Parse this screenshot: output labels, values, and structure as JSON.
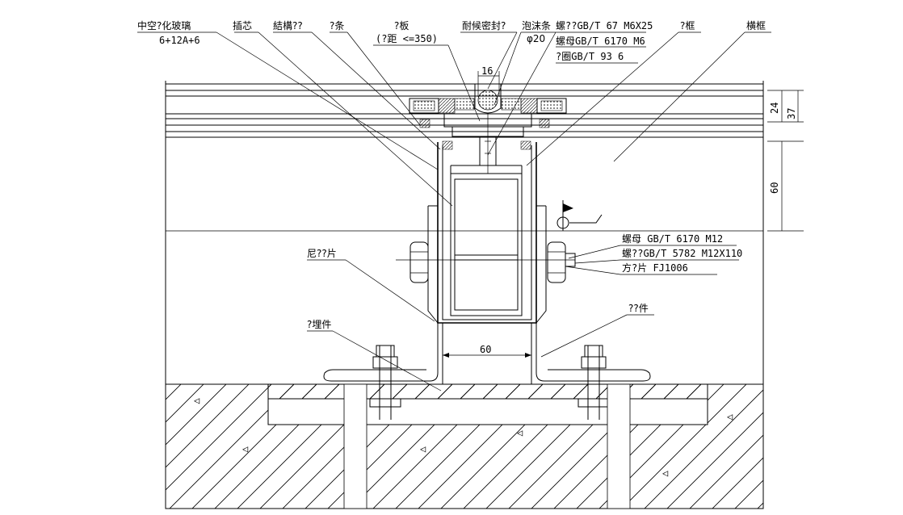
{
  "labels": {
    "hollow_glass": "中空?化玻璃",
    "glass_spec": "6+12A+6",
    "insert_core": "插芯",
    "structural_adhesive": "結構??",
    "strip": "?条",
    "plate": "?板",
    "plate_spacing": "(?距   <=350)",
    "weather_seal": "耐候密封?",
    "foam_strip": "泡沫条",
    "foam_dia": "φ20",
    "screw_top": "螺??GB/T 67  M6X25",
    "nut_top": "螺母GB/T 6170  M6",
    "washer_top": "?圈GB/T 93   6",
    "frame": "?框",
    "transom": "横框",
    "nut_side": "螺母  GB/T 6170 M12",
    "bolt_side": "螺??GB/T 5782 M12X110",
    "square_pad": "方?片  FJ1006",
    "nylon_pad": "尼??片",
    "connector": "??件",
    "embedded": "?埋件"
  },
  "dimensions": {
    "top_width": "16",
    "right_24": "24",
    "right_37": "37",
    "right_60": "60",
    "bottom_60": "60"
  }
}
